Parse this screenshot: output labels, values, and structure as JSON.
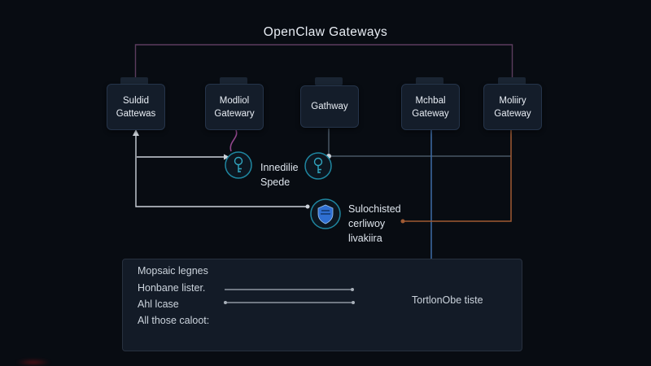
{
  "title": "OpenClaw Gateways",
  "nodes": [
    {
      "line1": "Suldid",
      "line2": "Gattewas"
    },
    {
      "line1": "Modliol",
      "line2": "Gatewary"
    },
    {
      "line1": "Gathway",
      "line2": ""
    },
    {
      "line1": "Mchbal",
      "line2": "Gateway"
    },
    {
      "line1": "Moliiry",
      "line2": "Gateway"
    }
  ],
  "middle": {
    "note1": {
      "line1": "Innedilie",
      "line2": "Spede"
    },
    "note2": {
      "line1": "Sulochisted",
      "line2": "cerliwoy",
      "line3": "livakiira"
    }
  },
  "legend": {
    "row1": "Mopsaic legnes",
    "row2": "Honbane lister.",
    "row3": "Ahl lcase",
    "row4": "All those caloot:",
    "right_label": "TortlonObe tiste"
  },
  "icons": {
    "circle1": "key-icon",
    "circle2": "key-icon",
    "circle3": "shield-icon"
  },
  "colors": {
    "bg": "#080c12",
    "box_fill": "#141d2a",
    "box_border": "#25344a",
    "box_tab": "#1a2533",
    "text_primary": "#e9eef5",
    "text_note": "#dfe6ee",
    "line_mauve": "#5c3c5e",
    "line_magenta": "#93478d",
    "line_white": "#ccd2d9",
    "line_faint": "#8aa2ba",
    "line_blue": "#3e6da6",
    "line_orange": "#a05a33",
    "teal": "#1f86a0",
    "teal_bright": "#35b6d2",
    "shield_fill": "#2f6fd2",
    "legend_fill": "#131b27",
    "legend_border": "#28313f",
    "legend_text": "#ccd4dd",
    "legend_line": "#a9b1ba",
    "smudge": "#8e1418"
  }
}
